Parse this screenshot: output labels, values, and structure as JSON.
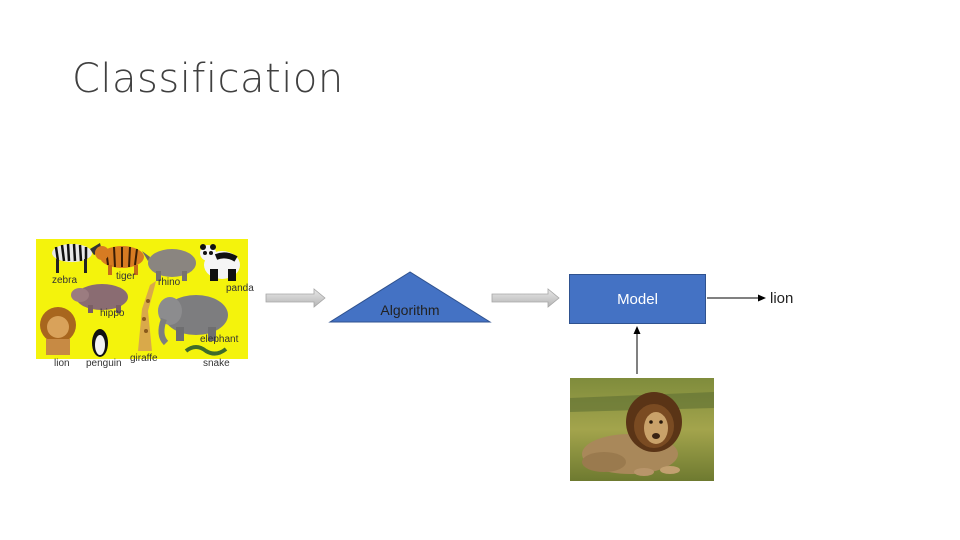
{
  "slide": {
    "title": "Classification"
  },
  "training_collage": {
    "labels": {
      "zebra": "zebra",
      "tiger": "tiger",
      "rhino": "rhino",
      "panda": "panda",
      "hippo": "hippo",
      "elephant": "elephant",
      "lion": "lion",
      "penguin": "penguin",
      "giraffe": "giraffe",
      "snake": "snake"
    },
    "background_color": "#f4f30c"
  },
  "algorithm": {
    "label": "Algorithm",
    "color": "#4472c4"
  },
  "model": {
    "label": "Model",
    "color": "#4472c4"
  },
  "output": {
    "label": "lion"
  },
  "input_image": {
    "icon": "lion-photo"
  }
}
